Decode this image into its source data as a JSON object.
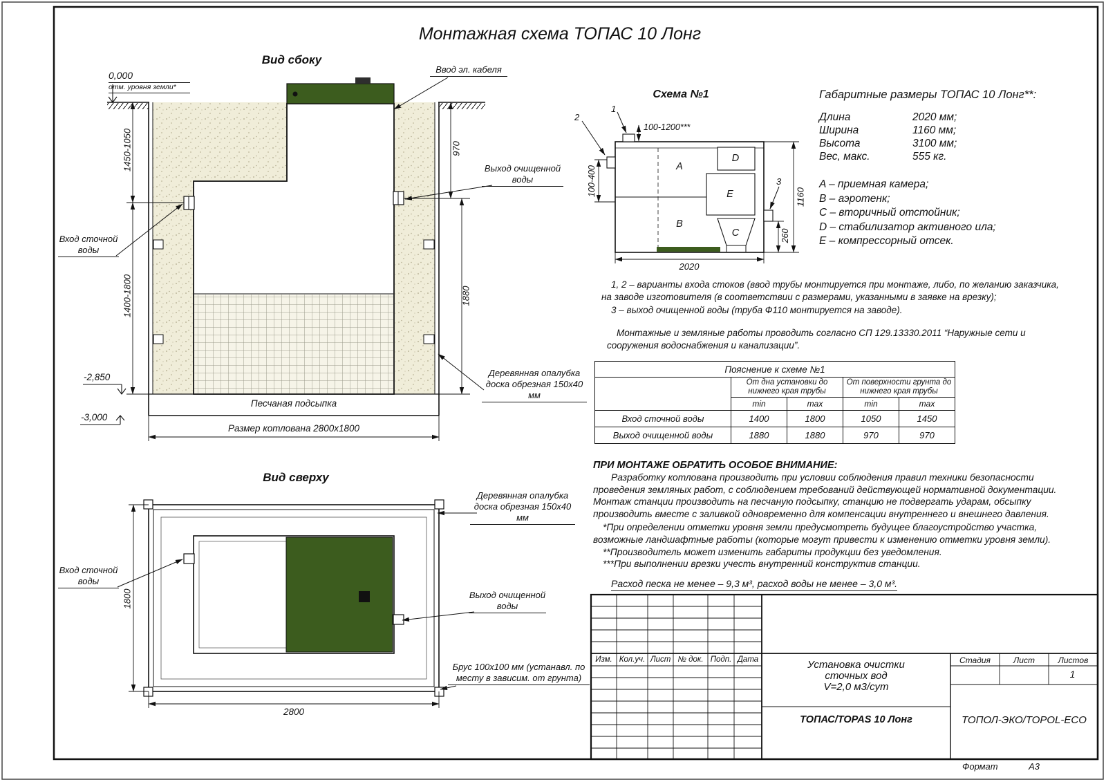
{
  "title": "Монтажная схема ТОПАС 10 Лонг",
  "colors": {
    "lid_green": "#3c5c1e",
    "sand_fill": "#f0edd9",
    "line": "#111111"
  },
  "side_view": {
    "title": "Вид сбоку",
    "labels": {
      "zero_mark": "0,000",
      "ground_level": "отм. уровня земли*",
      "cable_entry": "Ввод эл. кабеля",
      "clean_water_out": "Выход очищенной воды",
      "sewage_in": "Вход сточной воды",
      "formwork": "Деревянная опалубка доска обрезная 150х40 мм",
      "sand_base": "Песчаная подсыпка",
      "pit_size": "Размер котлована 2800х1800",
      "mark_2850": "-2,850",
      "mark_3000": "-3,000"
    },
    "dims": {
      "upper_left": "1450-1050",
      "lower_left": "1400-1800",
      "upper_right": "970",
      "lower_right": "1880"
    }
  },
  "schema1": {
    "title": "Схема №1",
    "labels": {
      "n1": "1",
      "n2": "2",
      "n3": "3"
    },
    "dims": {
      "inlet_range": "100-1200***",
      "inlet2_range": "100-400",
      "height": "1160",
      "outlet": "260",
      "length": "2020"
    },
    "compartments": [
      "A",
      "B",
      "C",
      "D",
      "E"
    ]
  },
  "dimensions_block": {
    "title": "Габаритные размеры ТОПАС 10 Лонг**:",
    "rows": [
      {
        "name": "Длина",
        "value": "2020 мм;"
      },
      {
        "name": "Ширина",
        "value": "1160 мм;"
      },
      {
        "name": "Высота",
        "value": "3100 мм;"
      },
      {
        "name": "Вес, макс.",
        "value": "555 кг."
      }
    ],
    "legend": [
      "A – приемная камера;",
      "B – аэротенк;",
      "C – вторичный отстойник;",
      "D – стабилизатор активного ила;",
      "E – компрессорный отсек."
    ]
  },
  "notes": {
    "note_1": "1, 2 – варианты входа  стоков (ввод трубы монтируется при монтаже, либо, по желанию заказчика, на заводе изготовителя (в соответствии с размерами, указанными в заявке на врезку);",
    "note_2": "3 – выход очищенной воды (труба Ф110 монтируется на заводе).",
    "note_3": "Монтажные и земляные работы проводить согласно СП 129.13330.2011 “Наружные сети и сооружения водоснабжения и канализации”."
  },
  "table": {
    "title": "Пояснение к схеме №1",
    "col_group_1": "От дна установки до нижнего края трубы",
    "col_group_2": "От поверхности грунта до нижнего края трубы",
    "min": "min",
    "max": "max",
    "rows": [
      {
        "name": "Вход сточной воды",
        "v1": "1400",
        "v2": "1800",
        "v3": "1050",
        "v4": "1450"
      },
      {
        "name": "Выход очищенной воды",
        "v1": "1880",
        "v2": "1880",
        "v3": "970",
        "v4": "970"
      }
    ]
  },
  "warnings": {
    "title": "ПРИ МОНТАЖЕ ОБРАТИТЬ ОСОБОЕ ВНИМАНИЕ:",
    "p1": "Разработку котлована производить при условии соблюдения правил техники безопасности проведения земляных работ, с соблюдением требований действующей нормативной документации. Монтаж станции производить на песчаную подсыпку, станцию не подвергать ударам, обсыпку производить вместе с заливкой одновременно для компенсации внутреннего и внешнего давления.",
    "p2": "*При определении отметки уровня земли предусмотреть будущее благоустройство участка, возможные ландшафтные работы (которые могут привести к изменению отметки уровня земли).",
    "p3": "**Производитель может изменить габариты продукции без уведомления.",
    "p4": "***При выполнении врезки учесть внутренний конструктив станции.",
    "p5": "Расход песка не менее – 9,3 м³, расход воды не менее – 3,0 м³."
  },
  "top_view": {
    "title": "Вид сверху",
    "labels": {
      "formwork": "Деревянная опалубка доска обрезная 150х40 мм",
      "sewage_in": "Вход сточной воды",
      "clean_water_out": "Выход очищенной воды",
      "beam": "Брус 100х100 мм (устанавл. по месту в зависим. от грунта)"
    },
    "dims": {
      "width": "1800",
      "length": "2800"
    }
  },
  "title_block": {
    "header_cols": [
      "Изм.",
      "Кол.уч.",
      "Лист",
      "№ док.",
      "Подп.",
      "Дата"
    ],
    "doc_title_lines": [
      "Установка очистки",
      "сточных вод",
      "V=2,0 м3/сут"
    ],
    "stage_label": "Стадия",
    "sheet_label": "Лист",
    "sheets_label": "Листов",
    "sheets_value": "1",
    "model": "ТОПАС/TOPAS 10 Лонг",
    "company": "ТОПОЛ-ЭКО/TOPOL-ECO"
  },
  "format": {
    "label": "Формат",
    "value": "А3"
  }
}
